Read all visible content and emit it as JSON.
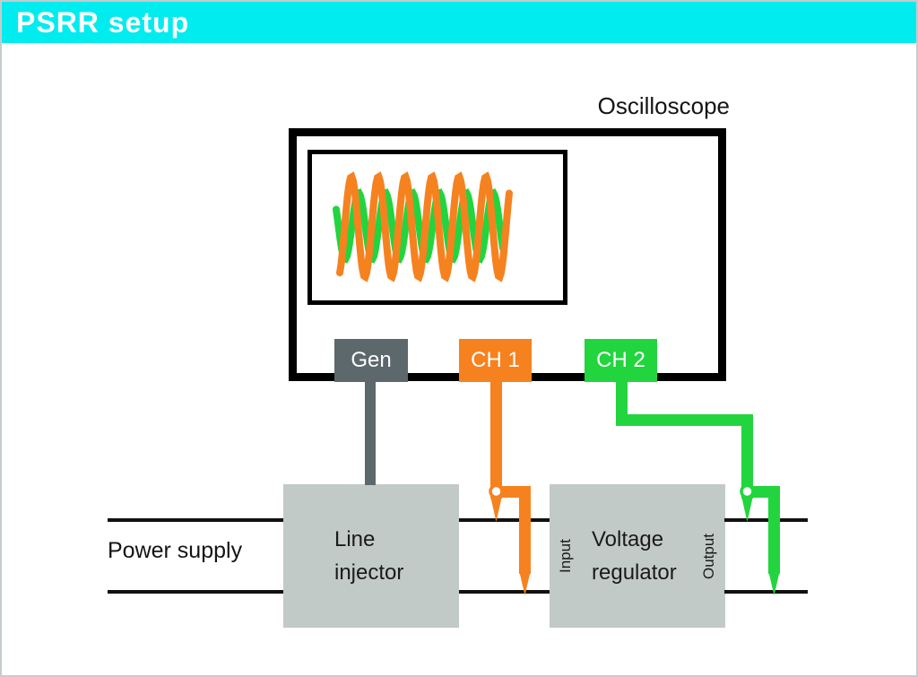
{
  "header": {
    "title": "PSRR setup",
    "bg_color": "#00ecef",
    "text_color": "#ffffff"
  },
  "oscilloscope": {
    "label": "Oscilloscope"
  },
  "connectors": {
    "gen": {
      "label": "Gen",
      "color": "#5c686c"
    },
    "ch1": {
      "label": "CH 1",
      "color": "#f5821f"
    },
    "ch2": {
      "label": "CH 2",
      "color": "#22d53e"
    }
  },
  "blocks": {
    "line_injector": {
      "line1": "Line",
      "line2": "injector",
      "bg_color": "#c2cac8"
    },
    "voltage_regulator": {
      "line1": "Voltage",
      "line2": "regulator",
      "input_label": "Input",
      "output_label": "Output",
      "bg_color": "#c2cac8"
    }
  },
  "power_supply": {
    "label": "Power supply"
  },
  "waveform": {
    "background": "#ffffff",
    "series": [
      {
        "name": "ch2-trace",
        "color": "#22d53e",
        "amplitude": 37,
        "period": 30,
        "first_peak_x": 52,
        "x_start": 27,
        "x_end": 214,
        "center_y": 80,
        "stroke_width": 8
      },
      {
        "name": "ch1-trace",
        "color": "#f5821f",
        "amplitude": 56,
        "period": 30,
        "first_peak_x": 44,
        "x_start": 31,
        "x_end": 220,
        "center_y": 81,
        "stroke_width": 8
      }
    ]
  }
}
